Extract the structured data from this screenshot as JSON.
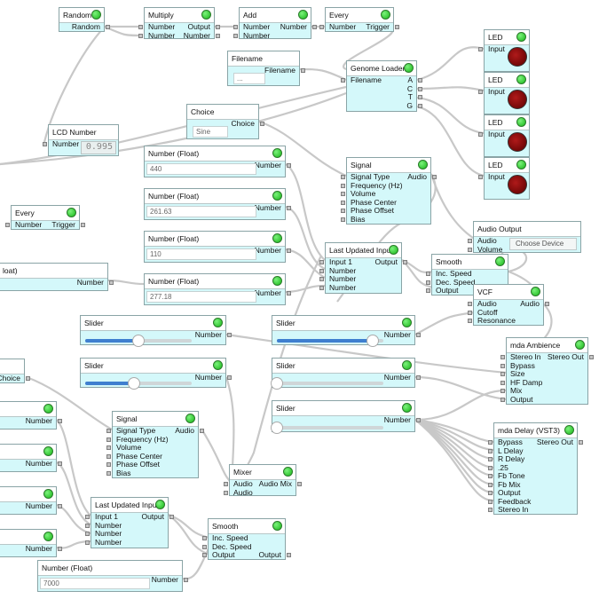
{
  "nodes": {
    "random": {
      "title": "Random",
      "out": "Random"
    },
    "multiply": {
      "title": "Multiply",
      "in": [
        "Number",
        "Number"
      ],
      "out": [
        "Output",
        "Number"
      ]
    },
    "add": {
      "title": "Add",
      "in": [
        "Number",
        "Number"
      ],
      "out": "Number"
    },
    "every1": {
      "title": "Every",
      "in": "Number",
      "out": "Trigger"
    },
    "filename": {
      "title": "Filename",
      "out": "Filename",
      "value": "..."
    },
    "genome": {
      "title": "Genome Loader",
      "in": "Filename",
      "out": [
        "A",
        "C",
        "T",
        "G"
      ]
    },
    "led1": {
      "title": "LED",
      "in": "Input"
    },
    "led2": {
      "title": "LED",
      "in": "Input"
    },
    "led3": {
      "title": "LED",
      "in": "Input"
    },
    "led4": {
      "title": "LED",
      "in": "Input"
    },
    "lcd": {
      "title": "LCD Number",
      "in": "Number",
      "value": "0.995"
    },
    "choice1": {
      "title": "Choice",
      "out": "Choice",
      "value": "Sine"
    },
    "signal1": {
      "title": "Signal",
      "in": [
        "Signal Type",
        "Frequency (Hz)",
        "Volume",
        "Phase Center",
        "Phase Offset",
        "Bias"
      ],
      "out": "Audio"
    },
    "nf1": {
      "title": "Number (Float)",
      "out": "Number",
      "value": "440"
    },
    "nf2": {
      "title": "Number (Float)",
      "out": "Number",
      "value": "261.63"
    },
    "nf3": {
      "title": "Number (Float)",
      "out": "Number",
      "value": "110"
    },
    "nf4": {
      "title": "Number (Float)",
      "out": "Number",
      "value": "277.18"
    },
    "every2": {
      "title": "Every",
      "in": "Number",
      "out": "Trigger"
    },
    "floatLeft": {
      "title": "loat)",
      "out": "Number"
    },
    "lastUpdated1": {
      "title": "Last Updated Input",
      "in": [
        "Input 1",
        "Number",
        "Number",
        "Number"
      ],
      "out": "Output"
    },
    "audioOut": {
      "title": "Audio Output",
      "in": [
        "Audio",
        "Volume"
      ],
      "device": "Choose Device"
    },
    "smooth1": {
      "title": "Smooth",
      "in": [
        "Inc. Speed",
        "Dec. Speed",
        "Output"
      ]
    },
    "vcf": {
      "title": "VCF",
      "in": [
        "Audio",
        "Cutoff",
        "Resonance"
      ],
      "out": "Audio"
    },
    "slider1": {
      "title": "Slider",
      "out": "Number",
      "level": 0.5
    },
    "slider2": {
      "title": "Slider",
      "out": "Number",
      "level": 0.46
    },
    "slider3": {
      "title": "Slider",
      "out": "Number",
      "level": 0.9
    },
    "slider4": {
      "title": "Slider",
      "out": "Number",
      "level": 0.0
    },
    "slider5": {
      "title": "Slider",
      "out": "Number",
      "level": 0.0
    },
    "ambience": {
      "title": "mda Ambience",
      "in": [
        "Stereo In",
        "Bypass",
        "Size",
        "HF Damp",
        "Mix",
        "Output"
      ],
      "out": "Stereo Out"
    },
    "choiceLeft": {
      "out": "Choice"
    },
    "numLeft1": {
      "out": "Number"
    },
    "numLeft2": {
      "out": "Number"
    },
    "numLeft3": {
      "out": "Number"
    },
    "numLeft4": {
      "out": "Number"
    },
    "signal2": {
      "title": "Signal",
      "in": [
        "Signal Type",
        "Frequency (Hz)",
        "Volume",
        "Phase Center",
        "Phase Offset",
        "Bias"
      ],
      "out": "Audio"
    },
    "mixer": {
      "title": "Mixer",
      "in": [
        "Audio",
        "Audio"
      ],
      "out": "Audio Mix"
    },
    "delay": {
      "title": "mda Delay (VST3)",
      "in": [
        "Bypass",
        "L Delay",
        "R Delay",
        ".25",
        "Fb Tone",
        "Fb Mix",
        "Output",
        "Feedback",
        "Stereo In"
      ],
      "out": "Stereo Out"
    },
    "lastUpdated2": {
      "title": "Last Updated Input",
      "in": [
        "Input 1",
        "Number",
        "Number",
        "Number"
      ],
      "out": "Output"
    },
    "smooth2": {
      "title": "Smooth",
      "in": [
        "Inc. Speed",
        "Dec. Speed",
        "Output"
      ],
      "out": "Output"
    },
    "nf5": {
      "title": "Number (Float)",
      "out": "Number",
      "value": "7000"
    }
  },
  "colors": {
    "node_bg": "#d4f8fa",
    "wire": "#c8c8c8",
    "status": "#22c022",
    "led_off": "#7a0a0a",
    "slider": "#3f7fcf"
  }
}
